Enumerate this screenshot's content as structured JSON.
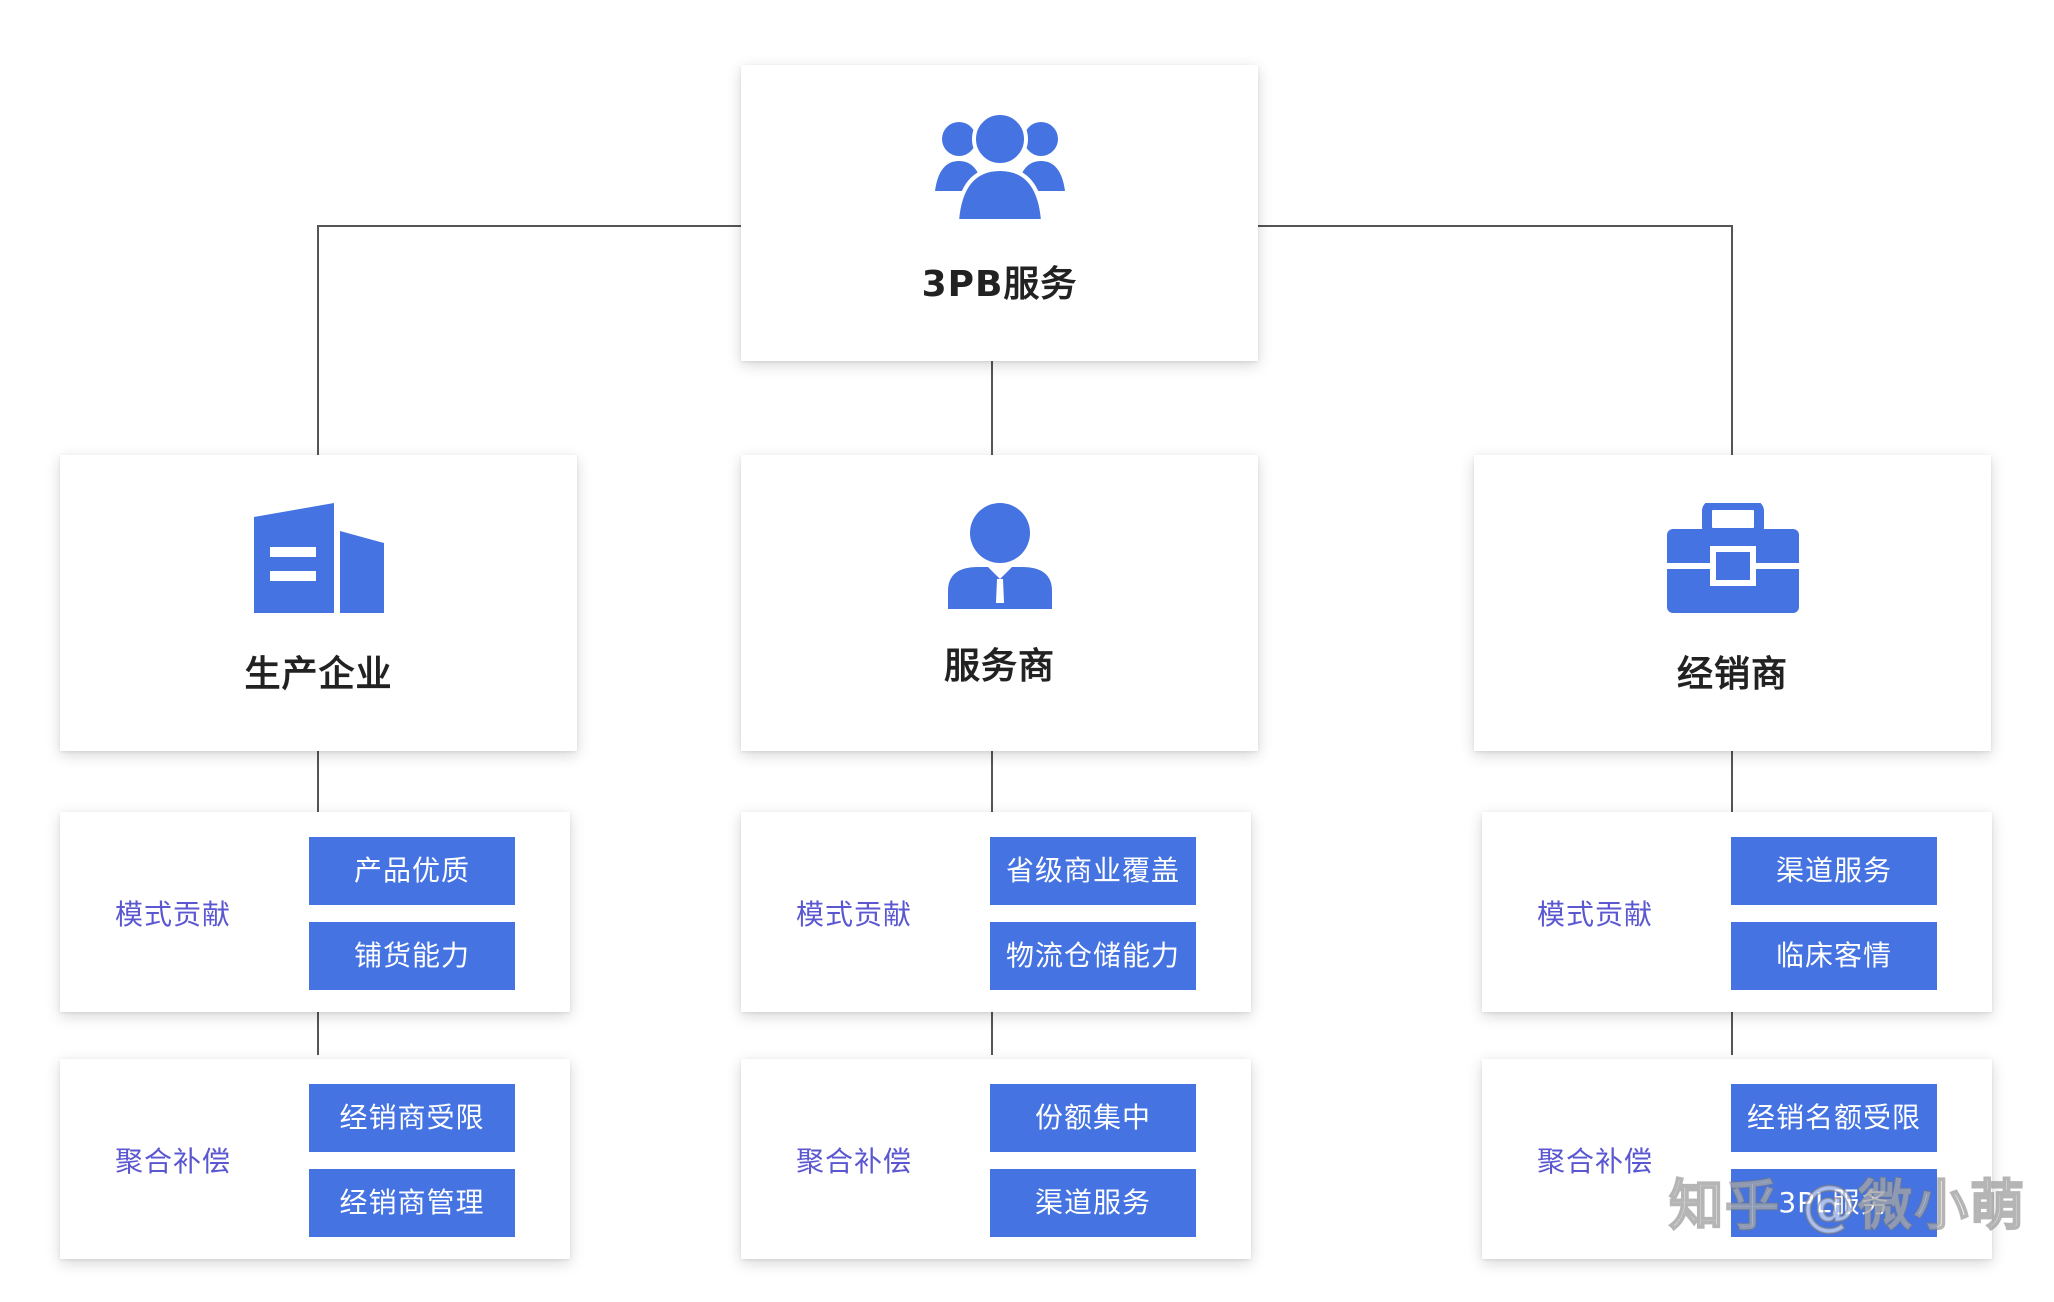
{
  "root": {
    "title": "3PB服务",
    "icon": "users-group-icon"
  },
  "branches": [
    {
      "title": "生产企业",
      "icon": "building-icon",
      "rows": [
        {
          "label": "模式贡献",
          "tags": [
            "产品优质",
            "铺货能力"
          ]
        },
        {
          "label": "聚合补偿",
          "tags": [
            "经销商受限",
            "经销商管理"
          ]
        }
      ]
    },
    {
      "title": "服务商",
      "icon": "user-icon",
      "rows": [
        {
          "label": "模式贡献",
          "tags": [
            "省级商业覆盖",
            "物流仓储能力"
          ]
        },
        {
          "label": "聚合补偿",
          "tags": [
            "份额集中",
            "渠道服务"
          ]
        }
      ]
    },
    {
      "title": "经销商",
      "icon": "briefcase-icon",
      "rows": [
        {
          "label": "模式贡献",
          "tags": [
            "渠道服务",
            "临床客情"
          ]
        },
        {
          "label": "聚合补偿",
          "tags": [
            "经销名额受限",
            "3PL服务"
          ]
        }
      ]
    }
  ],
  "watermark": "知乎 @微小萌",
  "colors": {
    "accent": "#4673e2",
    "label": "#5b57d1",
    "line": "#555555"
  }
}
